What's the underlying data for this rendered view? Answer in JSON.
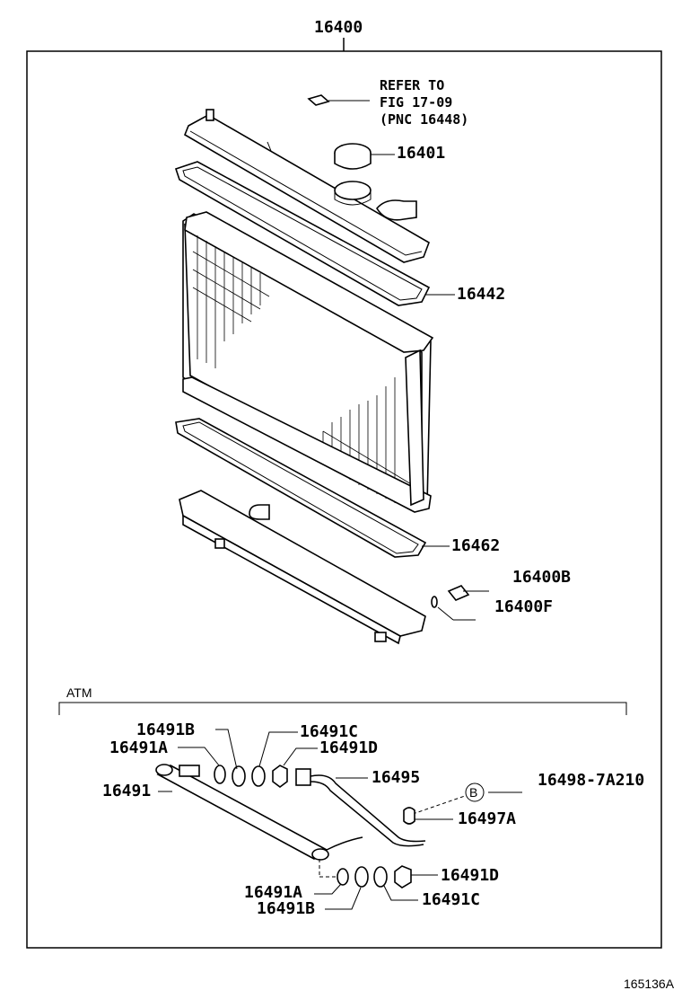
{
  "title_part": "16400",
  "refer_note": {
    "line1": "REFER TO",
    "line2": "FIG 17-09",
    "line3": "(PNC 16448)"
  },
  "labels": {
    "p16401": "16401",
    "p16442": "16442",
    "p16462": "16462",
    "p16400B": "16400B",
    "p16400F": "16400F",
    "p16491B_top": "16491B",
    "p16491C_top": "16491C",
    "p16491A_top": "16491A",
    "p16491D_top": "16491D",
    "p16495": "16495",
    "p16491": "16491",
    "p16498": "16498-7A210",
    "p16497A": "16497A",
    "p16491D_bot": "16491D",
    "p16491A_bot": "16491A",
    "p16491C_bot": "16491C",
    "p16491B_bot": "16491B"
  },
  "section_label": "ATM",
  "ref_marker": "B",
  "figure_id": "165136A"
}
